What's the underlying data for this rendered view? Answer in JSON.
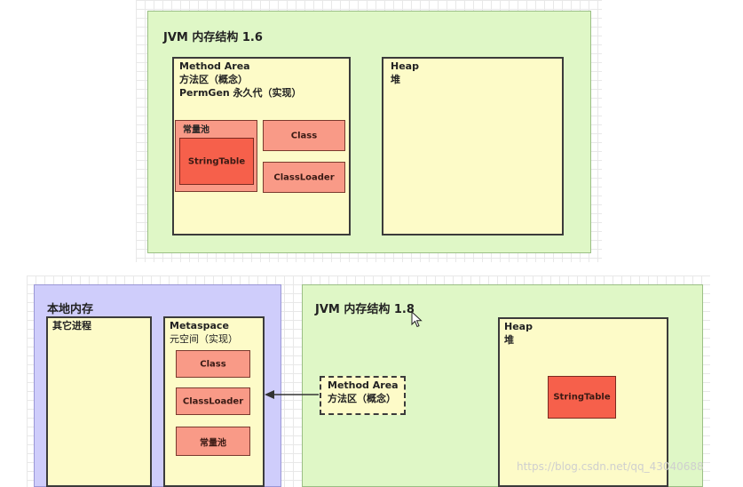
{
  "jvm16": {
    "title": "JVM 内存结构 1.6",
    "method_area": {
      "line1": "Method Area",
      "line2": "方法区（概念）",
      "line3": "PermGen 永久代（实现）"
    },
    "constant_pool": "常量池",
    "string_table": "StringTable",
    "class": "Class",
    "classloader": "ClassLoader",
    "heap": {
      "line1": "Heap",
      "line2": "堆"
    }
  },
  "native_memory": {
    "title": "本地内存",
    "other_processes": "其它进程",
    "metaspace": {
      "line1": "Metaspace",
      "line2": "元空间（实现）"
    },
    "class": "Class",
    "classloader": "ClassLoader",
    "constant_pool": "常量池"
  },
  "jvm18": {
    "title": "JVM 内存结构 1.8",
    "method_area": {
      "line1": "Method Area",
      "line2": "方法区（概念）"
    },
    "heap": {
      "line1": "Heap",
      "line2": "堆"
    },
    "string_table": "StringTable"
  },
  "watermark": "https://blog.csdn.net/qq_43040688",
  "colors": {
    "jvm_panel": "#dff7c6",
    "native_panel": "#cfcdfb",
    "area_fill": "#fdfbc8",
    "item_fill": "#f99a87",
    "string_table_fill": "#f6604b"
  }
}
